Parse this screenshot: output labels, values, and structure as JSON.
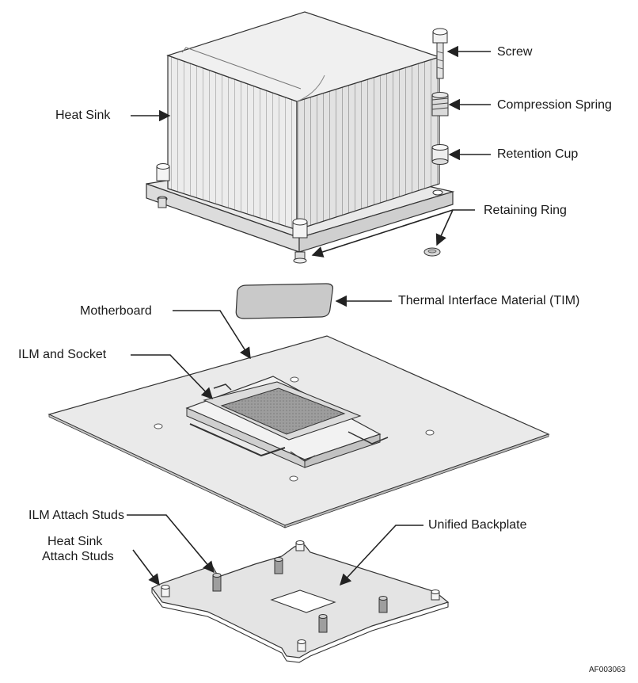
{
  "labels": {
    "screw": "Screw",
    "compression_spring": "Compression Spring",
    "retention_cup": "Retention Cup",
    "heat_sink": "Heat Sink",
    "retaining_ring": "Retaining Ring",
    "tim": "Thermal Interface Material (TIM)",
    "motherboard": "Motherboard",
    "ilm_socket": "ILM and Socket",
    "ilm_attach_studs": "ILM Attach Studs",
    "unified_backplate": "Unified Backplate",
    "heat_sink_attach_studs_1": "Heat Sink",
    "heat_sink_attach_studs_2": "Attach Studs",
    "figure_id": "AF003063"
  },
  "colors": {
    "line": "#333333",
    "part_fill": "#e6e6e6",
    "part_light": "#f2f2f2",
    "part_dark": "#bdbdbd",
    "tim_fill": "#c8c8c8"
  }
}
